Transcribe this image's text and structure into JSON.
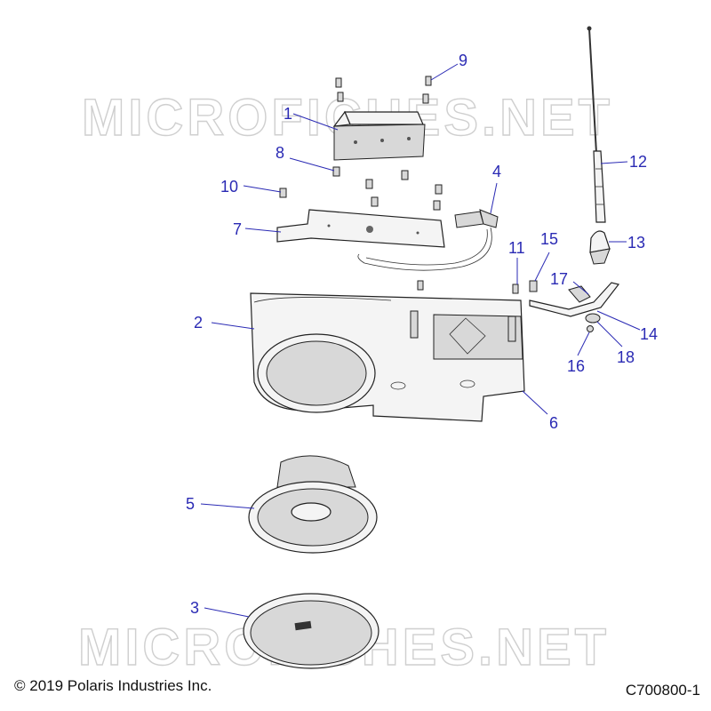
{
  "watermark": "MICROFICHES.NET",
  "copyright": "© 2019 Polaris Industries Inc.",
  "diagram_id": "C700800-1",
  "callouts": {
    "c1": "1",
    "c2": "2",
    "c3": "3",
    "c4": "4",
    "c5": "5",
    "c6": "6",
    "c7": "7",
    "c8": "8",
    "c9": "9",
    "c10": "10",
    "c11": "11",
    "c12": "12",
    "c13": "13",
    "c14": "14",
    "c15": "15",
    "c16": "16",
    "c17": "17",
    "c18": "18"
  }
}
